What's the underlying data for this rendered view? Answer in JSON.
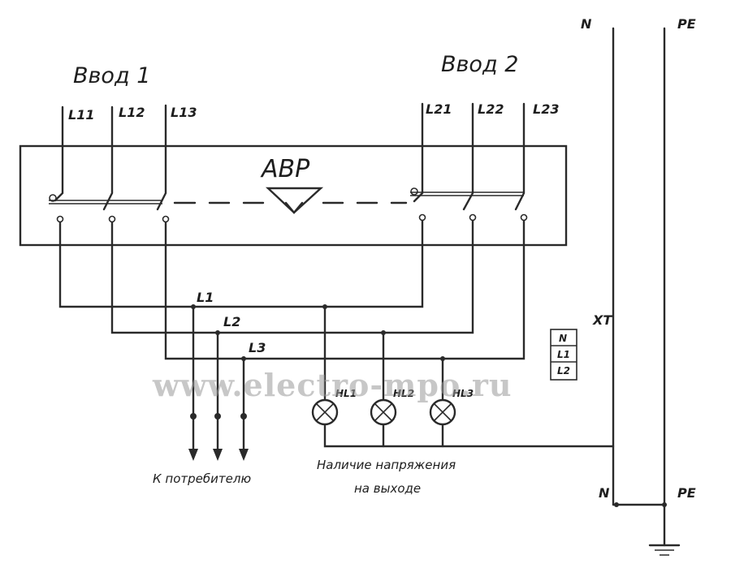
{
  "inputs": [
    {
      "title": "Ввод 1",
      "phases": [
        "L11",
        "L12",
        "L13"
      ]
    },
    {
      "title": "Ввод 2",
      "phases": [
        "L21",
        "L22",
        "L23"
      ]
    }
  ],
  "ats_label": "АВР",
  "outputs": [
    "L1",
    "L2",
    "L3"
  ],
  "terminal_block": {
    "title": "XT",
    "rows": [
      "N",
      "L1",
      "L2"
    ]
  },
  "bus_labels": {
    "n_top": "N",
    "pe_top": "PE",
    "n_bottom": "N",
    "pe_bottom": "PE"
  },
  "notes": {
    "consumer": "К потребителю",
    "voltage_line1": "Наличие напряжения",
    "voltage_line2": "на выходе"
  },
  "lamp_labels": [
    "HL1",
    "HL2",
    "HL3"
  ],
  "watermark": "www.electro-mpo.ru"
}
